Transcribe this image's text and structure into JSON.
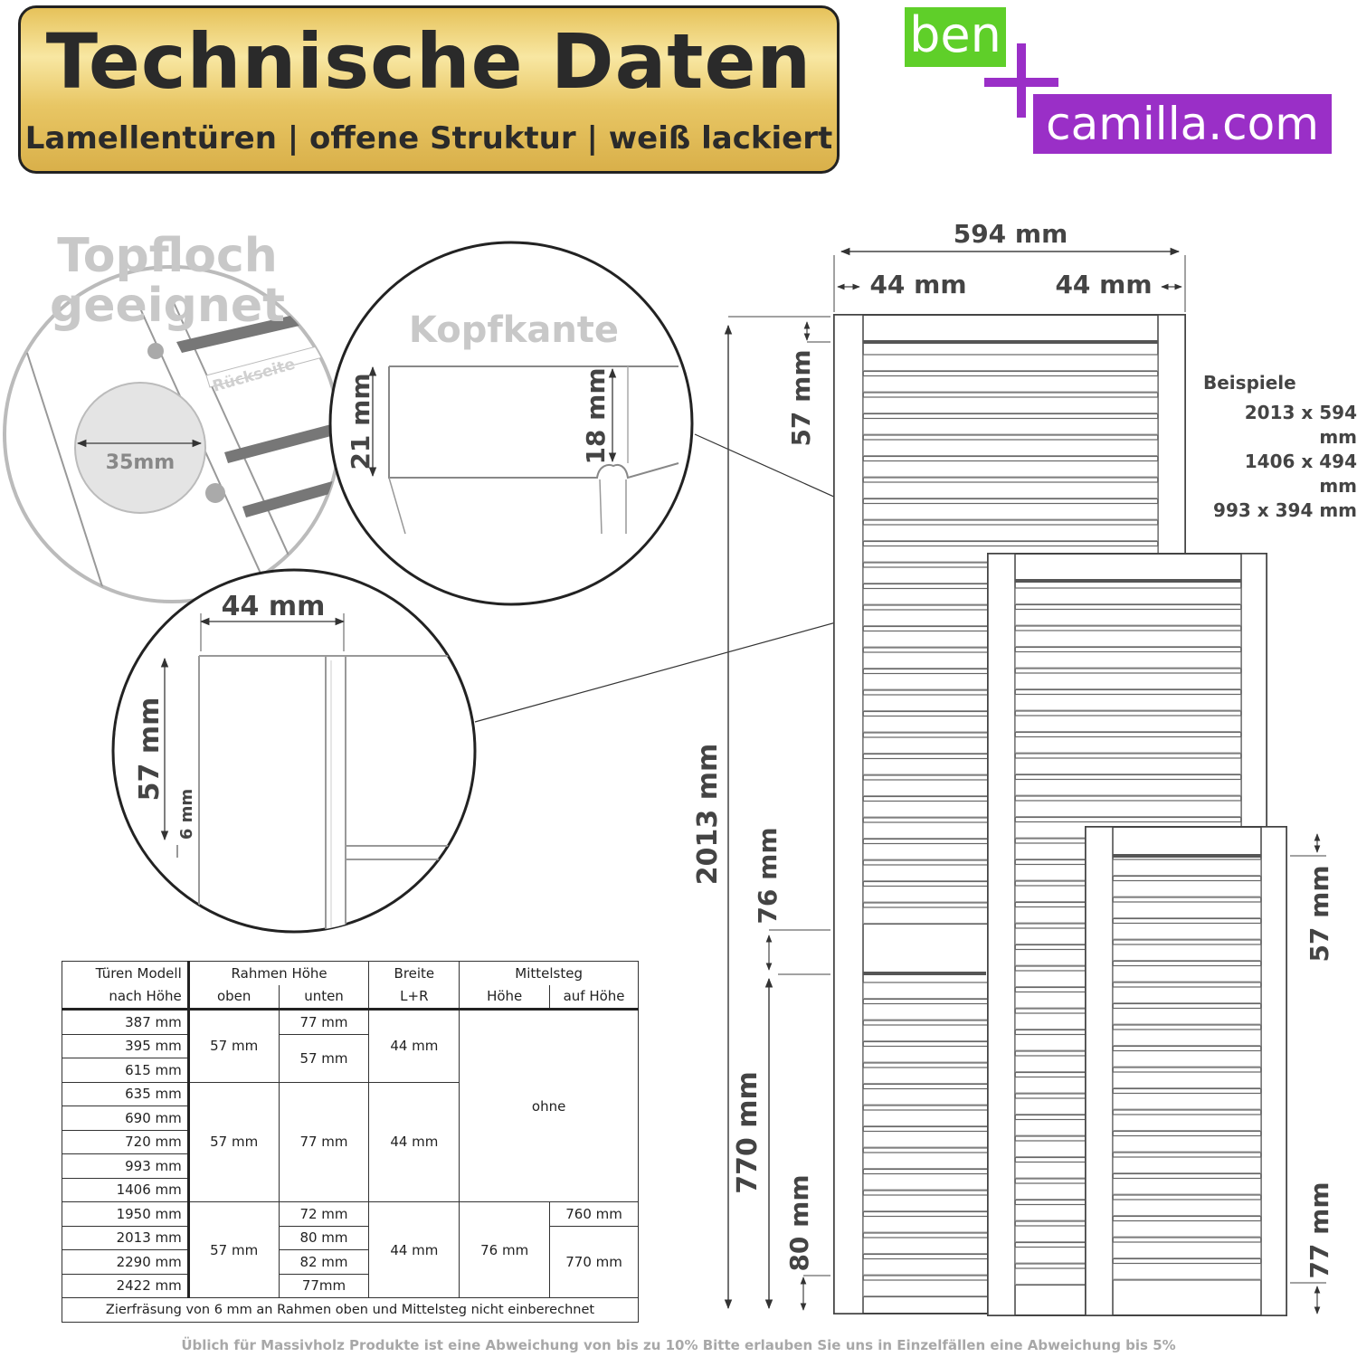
{
  "header": {
    "title": "Technische Daten",
    "subtitle": "Lamellentüren | offene Struktur | weiß lackiert"
  },
  "logo": {
    "part1": "ben",
    "part2": "camilla.com",
    "colors": {
      "green": "#5fcf29",
      "purple": "#9a2fc7"
    }
  },
  "detail_topfloch": {
    "title_line1": "Topfloch",
    "title_line2": "geeignet",
    "back_label": "Rückseite",
    "diameter": "35mm"
  },
  "detail_kopfkante": {
    "title": "Kopfkante",
    "dim_total": "21 mm",
    "dim_inner": "18 mm"
  },
  "detail_frame": {
    "width": "44 mm",
    "height": "57 mm",
    "groove": "6 mm"
  },
  "main_drawing": {
    "width_total": "594 mm",
    "frame_left": "44 mm",
    "frame_right": "44 mm",
    "top_rail": "57 mm",
    "height_total": "2013 mm",
    "mid_rail": "76 mm",
    "mid_rail_height": "770 mm",
    "bottom_rail": "80 mm",
    "small_top_rail": "57 mm",
    "small_bottom_rail": "77 mm"
  },
  "examples": {
    "title": "Beispiele",
    "items": [
      "2013 x 594 mm",
      "1406 x 494 mm",
      "993 x 394 mm"
    ]
  },
  "table": {
    "headers": {
      "model_1": "Türen Modell",
      "model_2": "nach Höhe",
      "frame": "Rahmen Höhe",
      "frame_top": "oben",
      "frame_bottom": "unten",
      "width": "Breite",
      "width_sub": "L+R",
      "mid": "Mittelsteg",
      "mid_height": "Höhe",
      "mid_pos": "auf Höhe"
    },
    "groups": [
      {
        "models": [
          "387 mm",
          "395 mm",
          "615 mm"
        ],
        "top": "57 mm",
        "bottom": [
          "77 mm",
          "57 mm"
        ],
        "width": "44 mm"
      },
      {
        "models": [
          "635 mm",
          "690 mm",
          "720 mm",
          "993 mm",
          "1406 mm"
        ],
        "top": "57 mm",
        "bottom": [
          "77 mm"
        ],
        "width": "44 mm"
      },
      {
        "models": [
          "1950 mm",
          "2013 mm",
          "2290 mm",
          "2422 mm"
        ],
        "top": "57 mm",
        "bottom": [
          "72 mm",
          "80 mm",
          "82 mm",
          "77mm"
        ],
        "width": "44 mm",
        "mid_height": "76 mm",
        "mid_pos": [
          "760 mm",
          "770 mm"
        ]
      }
    ],
    "mid_none": "ohne",
    "note": "Zierfräsung von 6 mm an Rahmen oben und Mittelsteg nicht einberechnet"
  },
  "footer": "Üblich für Massivholz Produkte ist eine Abweichung von bis zu 10%  Bitte erlauben Sie uns in Einzelfällen eine Abweichung bis 5%"
}
